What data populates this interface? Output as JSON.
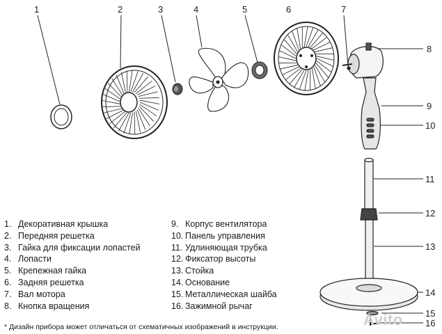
{
  "callouts": [
    {
      "n": "1"
    },
    {
      "n": "2"
    },
    {
      "n": "3"
    },
    {
      "n": "4"
    },
    {
      "n": "5"
    },
    {
      "n": "6"
    },
    {
      "n": "7"
    },
    {
      "n": "8"
    },
    {
      "n": "9"
    },
    {
      "n": "10"
    },
    {
      "n": "11"
    },
    {
      "n": "12"
    },
    {
      "n": "13"
    },
    {
      "n": "14"
    },
    {
      "n": "15"
    },
    {
      "n": "16"
    }
  ],
  "legend": {
    "left": [
      {
        "num": "1.",
        "text": "Декоративная крышка"
      },
      {
        "num": "2.",
        "text": "Передняя решетка"
      },
      {
        "num": "3.",
        "text": "Гайка для фиксации лопастей"
      },
      {
        "num": "4.",
        "text": "Лопасти"
      },
      {
        "num": "5.",
        "text": "Крепежная гайка"
      },
      {
        "num": "6.",
        "text": "Задняя решетка"
      },
      {
        "num": "7.",
        "text": "Вал мотора"
      },
      {
        "num": "8.",
        "text": "Кнопка вращения"
      }
    ],
    "right": [
      {
        "num": "9.",
        "text": "Корпус вентилятора"
      },
      {
        "num": "10.",
        "text": "Панель управления"
      },
      {
        "num": "11.",
        "text": "Удлиняющая трубка"
      },
      {
        "num": "12.",
        "text": "Фиксатор высоты"
      },
      {
        "num": "13.",
        "text": "Стойка"
      },
      {
        "num": "14.",
        "text": "Основание"
      },
      {
        "num": "15.",
        "text": "Металлическая шайба"
      },
      {
        "num": "16.",
        "text": "Зажимной рычаг"
      }
    ]
  },
  "footnote": "* Дизайн прибора может отличаться от схематичных изображений в инструкции.",
  "watermark": "Avito",
  "colors": {
    "line": "#1a1a1a",
    "stroke": "#333333"
  }
}
